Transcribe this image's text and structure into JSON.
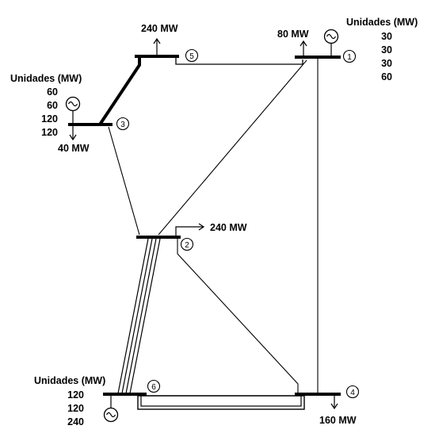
{
  "buses": [
    {
      "id": "bus-1",
      "label": "1"
    },
    {
      "id": "bus-2",
      "label": "2"
    },
    {
      "id": "bus-3",
      "label": "3"
    },
    {
      "id": "bus-4",
      "label": "4"
    },
    {
      "id": "bus-5",
      "label": "5"
    },
    {
      "id": "bus-6",
      "label": "6"
    }
  ],
  "loads": {
    "bus5": "240 MW",
    "bus1": "80 MW",
    "bus3": "40 MW",
    "bus2": "240 MW",
    "bus4": "160 MW"
  },
  "generator_units": {
    "bus1": {
      "heading": "Unidades (MW)",
      "units": [
        "30",
        "30",
        "30",
        "60"
      ]
    },
    "bus3": {
      "heading": "Unidades (MW)",
      "units": [
        "60",
        "60",
        "120",
        "120"
      ]
    },
    "bus6": {
      "heading": "Unidades (MW)",
      "units": [
        "120",
        "120",
        "240"
      ]
    }
  }
}
